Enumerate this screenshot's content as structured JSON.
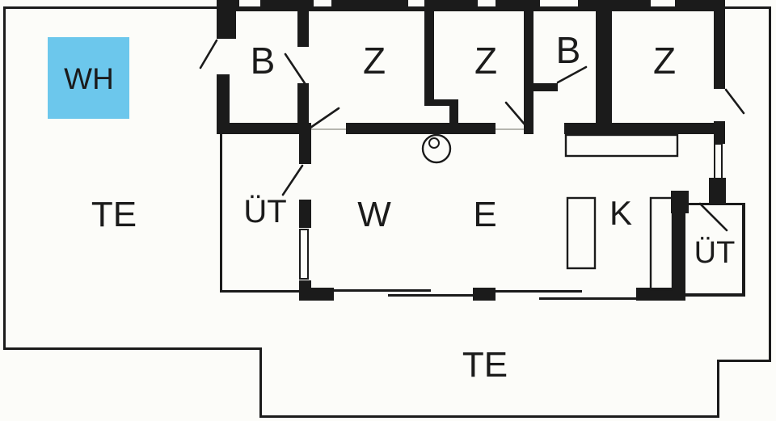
{
  "title": "holiday-house-floor-plan",
  "colors": {
    "background": "#fcfcf9",
    "wall": "#1b1b1b",
    "highlight": "#6cc7ec",
    "label": "#1b1b1b"
  },
  "rooms": [
    {
      "id": "wh",
      "label": "WH",
      "kind": "highlighted-marker"
    },
    {
      "id": "te-left",
      "label": "TE",
      "kind": "terrace"
    },
    {
      "id": "b1",
      "label": "B",
      "kind": "bathroom"
    },
    {
      "id": "z1",
      "label": "Z",
      "kind": "bedroom"
    },
    {
      "id": "z2",
      "label": "Z",
      "kind": "bedroom"
    },
    {
      "id": "b2",
      "label": "B",
      "kind": "bathroom"
    },
    {
      "id": "z3",
      "label": "Z",
      "kind": "bedroom"
    },
    {
      "id": "uet1",
      "label": "ÜT",
      "kind": "covered-terrace"
    },
    {
      "id": "w",
      "label": "W",
      "kind": "living-room"
    },
    {
      "id": "e",
      "label": "E",
      "kind": "dining-area"
    },
    {
      "id": "k",
      "label": "K",
      "kind": "kitchen"
    },
    {
      "id": "uet2",
      "label": "ÜT",
      "kind": "covered-terrace"
    },
    {
      "id": "te-bottom",
      "label": "TE",
      "kind": "terrace"
    }
  ]
}
